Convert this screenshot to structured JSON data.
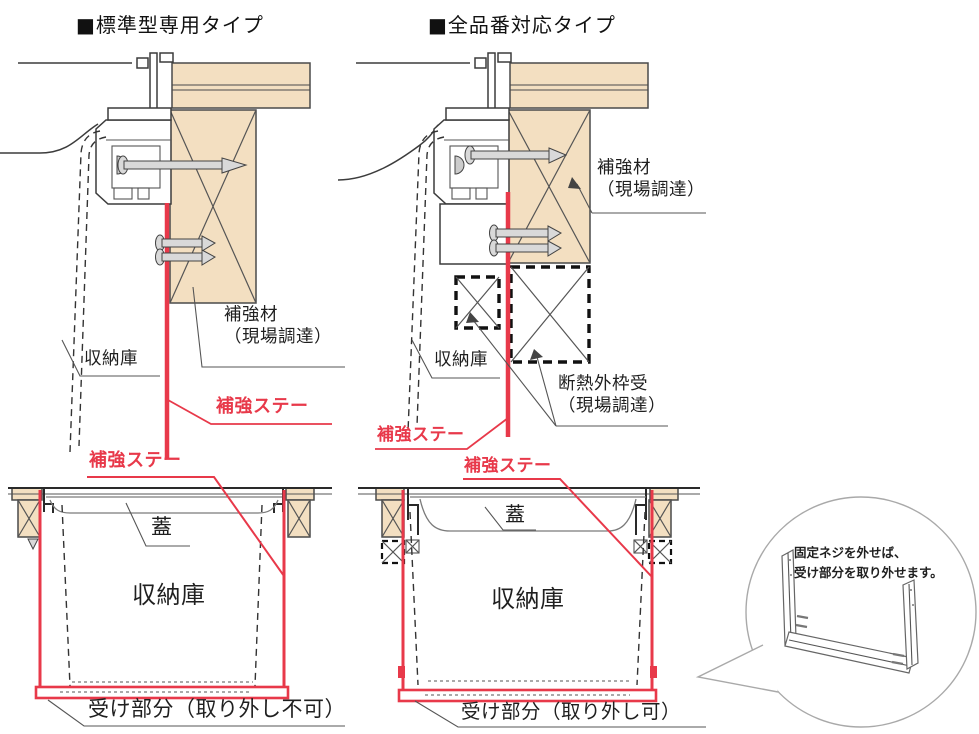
{
  "colors": {
    "red": "#e8394a",
    "wood": "#f3dfc1",
    "ink": "#333333"
  },
  "titles": {
    "standard": "■標準型専用タイプ",
    "all_models": "■全品番対応タイプ"
  },
  "section_standard": {
    "storage": "収納庫",
    "reinforcement": "補強材\n（現場調達）",
    "stay": "補強ステー"
  },
  "section_all_models": {
    "storage": "収納庫",
    "reinforcement": "補強材\n（現場調達）",
    "insulation_frame": "断熱外枠受\n（現場調達）",
    "stay": "補強ステー"
  },
  "bottom_standard": {
    "stay": "補強ステー",
    "lid": "蓋",
    "storage": "収納庫",
    "base": "受け部分（取り外し不可）"
  },
  "bottom_all_models": {
    "stay": "補強ステー",
    "lid": "蓋",
    "storage": "収納庫",
    "base": "受け部分（取り外し可）"
  },
  "callout": {
    "note": "固定ネジを外せば、\n受け部分を取り外せます。"
  }
}
